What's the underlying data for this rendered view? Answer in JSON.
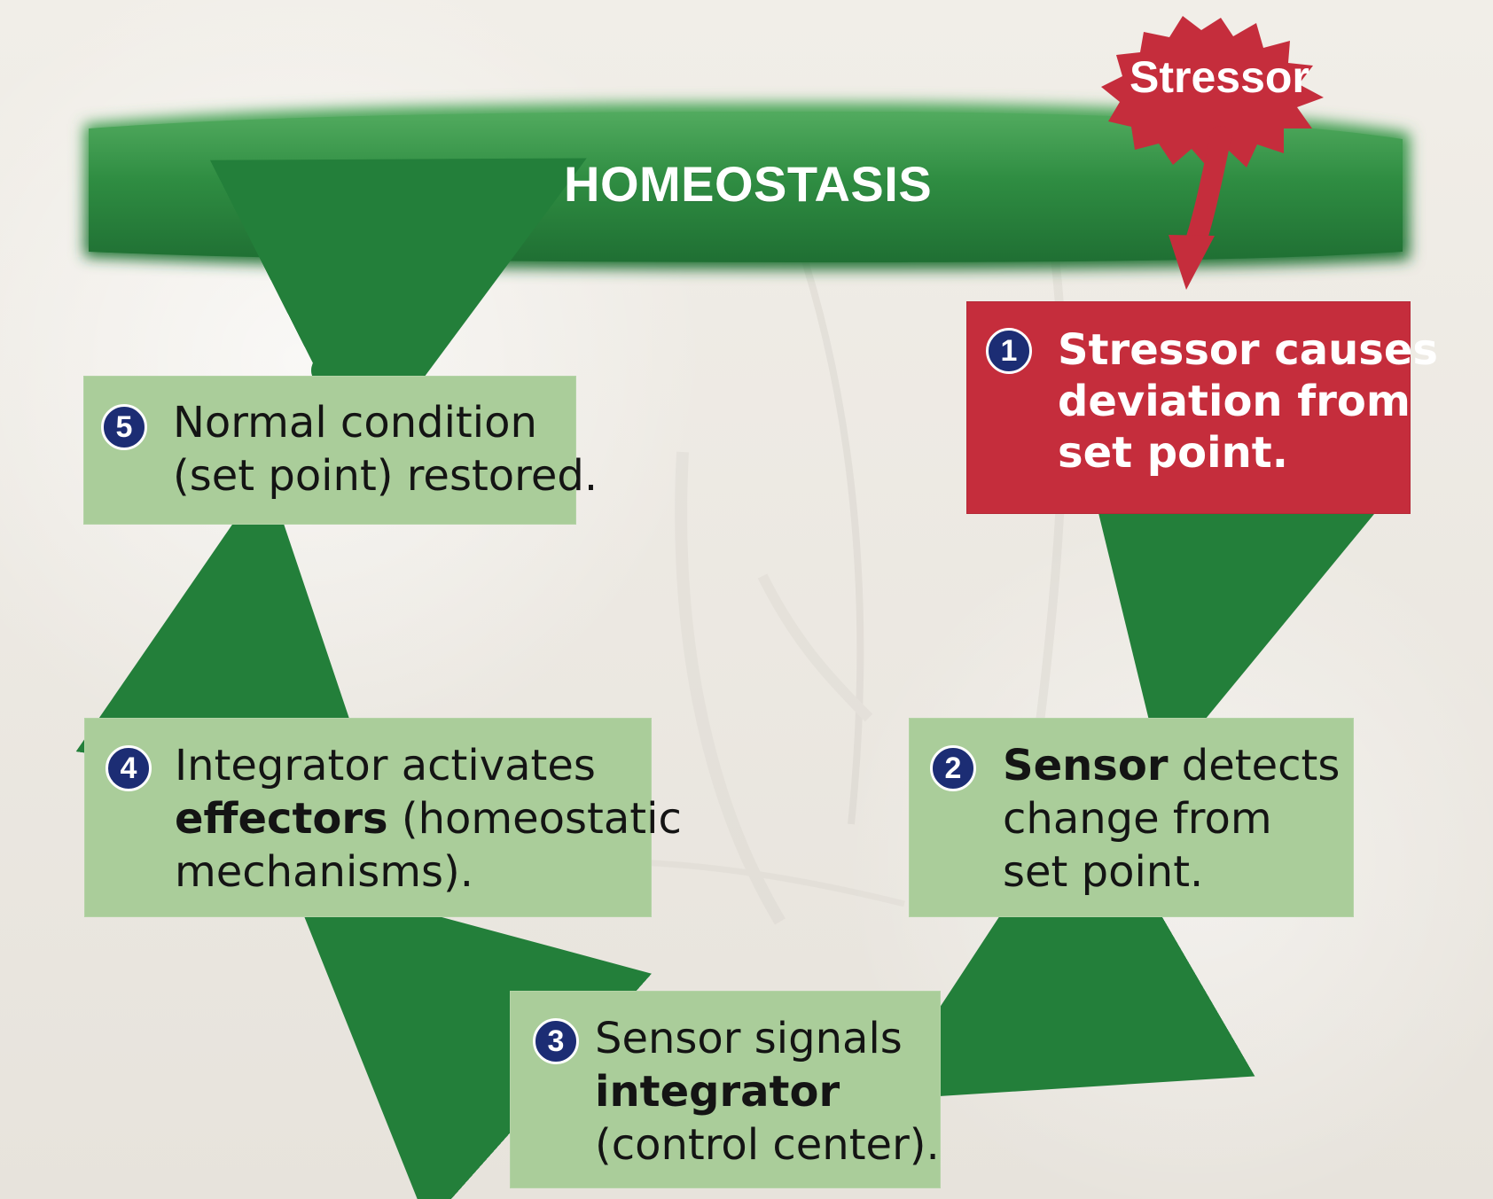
{
  "diagram": {
    "homeostasis_label": "HOMEOSTASIS",
    "stressor_label": "Stressor",
    "steps": [
      {
        "number": "1",
        "lines": [
          "Stressor causes",
          "deviation from",
          "set point."
        ]
      },
      {
        "number": "2",
        "bold": "Sensor",
        "line1_rest": " detects",
        "line2": "change from",
        "line3": "set point."
      },
      {
        "number": "3",
        "line1": "Sensor signals",
        "bold": "integrator",
        "line3": "(control center)."
      },
      {
        "number": "4",
        "line1": "Integrator activates",
        "bold": "effectors",
        "line2_rest": " (homeostatic",
        "line3": "mechanisms)."
      },
      {
        "number": "5",
        "line1": "Normal condition",
        "line2": "(set point) restored."
      }
    ]
  },
  "colors": {
    "homeostasis_green": "#2f8d42",
    "box_green": "#aacd9a",
    "step_red": "#c52d3c",
    "badge_blue": "#1c2d74",
    "arrow_green": "#237f3a",
    "stressor_arrow_red": "#c52d3c"
  }
}
